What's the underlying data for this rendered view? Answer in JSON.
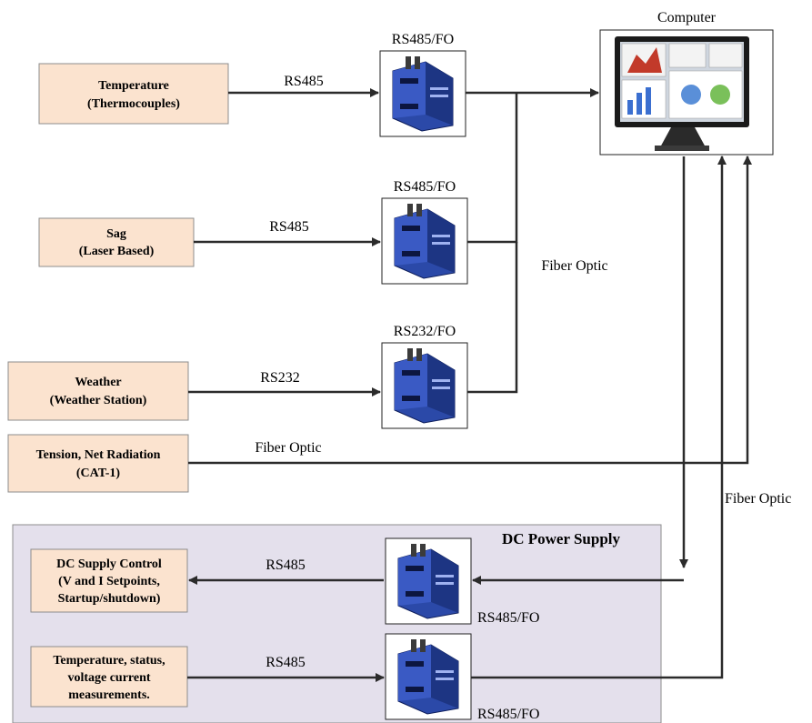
{
  "computer": {
    "label": "Computer"
  },
  "sensors": {
    "temperature": [
      "Temperature",
      "(Thermocouples)"
    ],
    "sag": [
      "Sag",
      "(Laser Based)"
    ],
    "weather": [
      "Weather",
      "(Weather Station)"
    ],
    "tension": [
      "Tension, Net Radiation",
      "(CAT-1)"
    ]
  },
  "converters": {
    "temperature": "RS485/FO",
    "sag": "RS485/FO",
    "weather": "RS232/FO",
    "dc_control": "RS485/FO",
    "dc_measure": "RS485/FO"
  },
  "links": {
    "temperature": "RS485",
    "sag": "RS485",
    "weather": "RS232",
    "tension": "Fiber Optic",
    "fiber_main": "Fiber Optic",
    "fiber_right": "Fiber Optic",
    "dc_control": "RS485",
    "dc_measure": "RS485"
  },
  "dc_panel": {
    "title": "DC Power Supply",
    "control": [
      "DC Supply Control",
      "(V and I Setpoints,",
      "Startup/shutdown)"
    ],
    "measure": [
      "Temperature, status,",
      "voltage current",
      "measurements."
    ]
  },
  "colors": {
    "sensor_fill": "#fbe3cf",
    "panel_fill": "#e4e0ec",
    "device_blue": "#2b49a8"
  }
}
